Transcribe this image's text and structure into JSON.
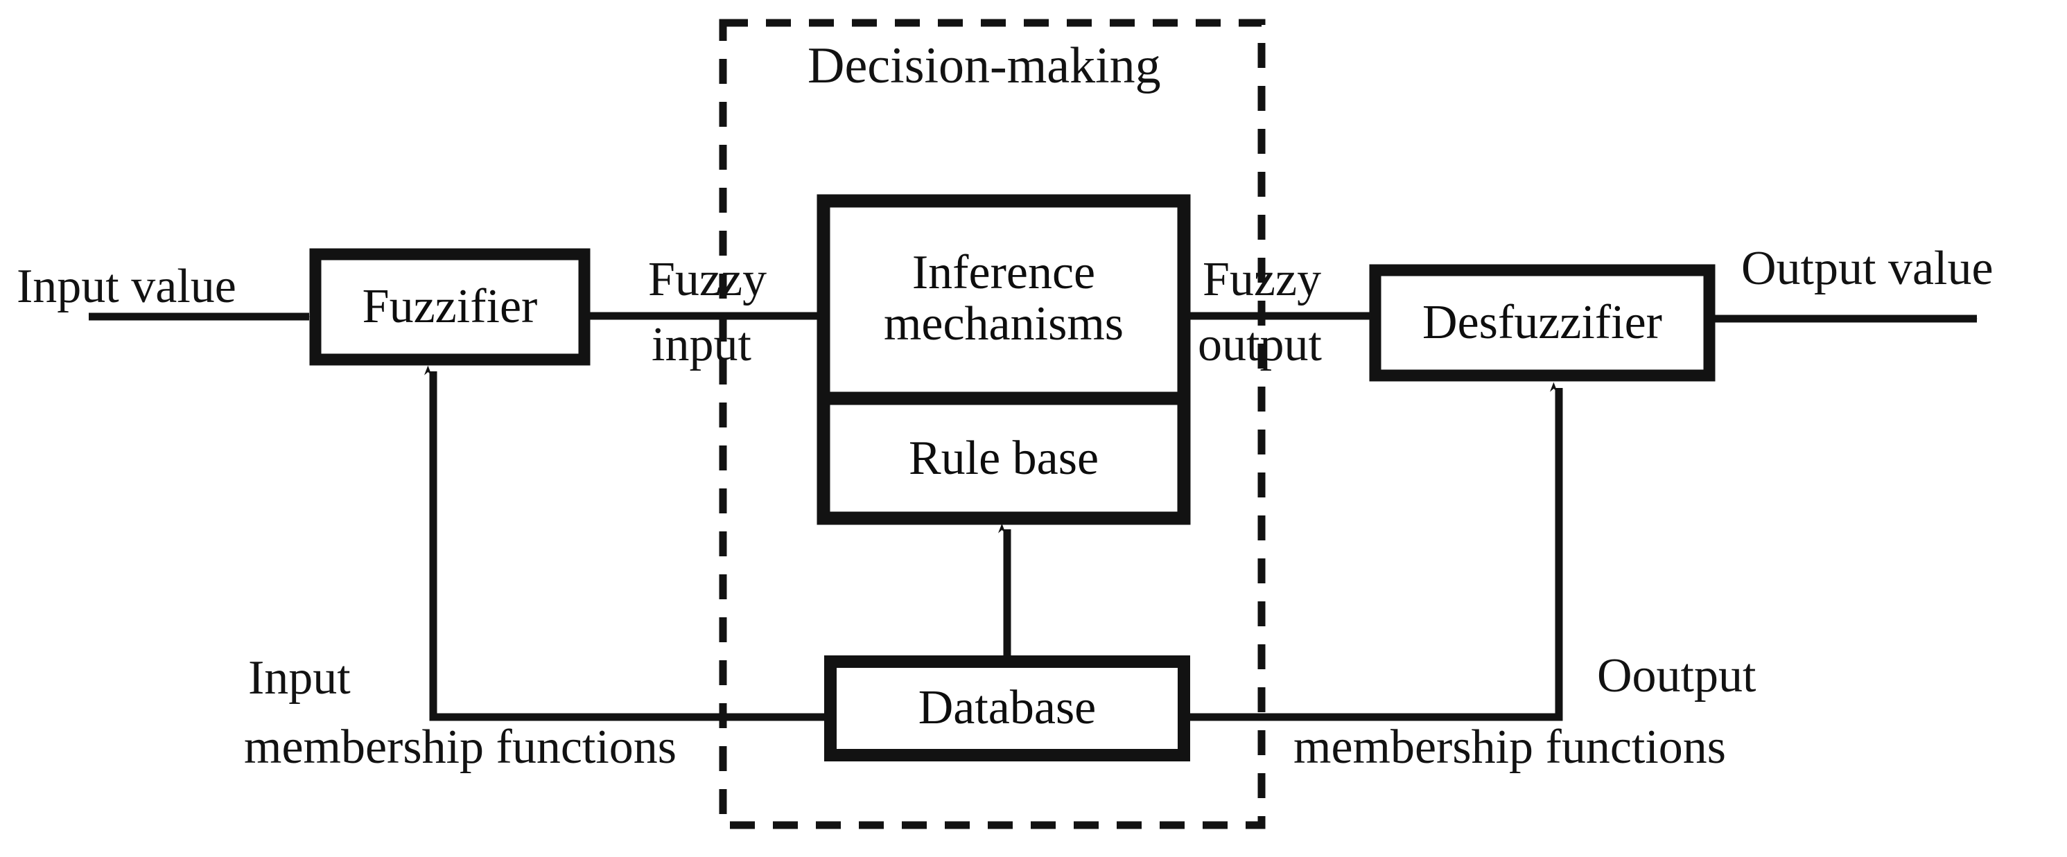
{
  "diagram": {
    "title": "Fuzzy logic controller block diagram",
    "stroke_color": "#121212",
    "background_color": "#ffffff",
    "dashed_group": {
      "label": "Decision-making"
    },
    "blocks": [
      {
        "id": "fuzzifier",
        "label": "Fuzzifier"
      },
      {
        "id": "inference",
        "label": "Inference\nmechanisms"
      },
      {
        "id": "rule-base",
        "label": "Rule base"
      },
      {
        "id": "desfuzzifier",
        "label": "Desfuzzifier"
      },
      {
        "id": "database",
        "label": "Database"
      }
    ],
    "edge_labels": {
      "input_value": "Input value",
      "fuzzy_top": "Fuzzy",
      "fuzzy_input_bottom": "input",
      "fuzzy_output_top": "Fuzzy",
      "fuzzy_output_bottom": "output",
      "output_value": "Output value",
      "input_mf_line1": "Input",
      "input_mf_line2": "membership functions",
      "output_mf_line1": "Ooutput",
      "output_mf_line2": "membership functions"
    }
  }
}
